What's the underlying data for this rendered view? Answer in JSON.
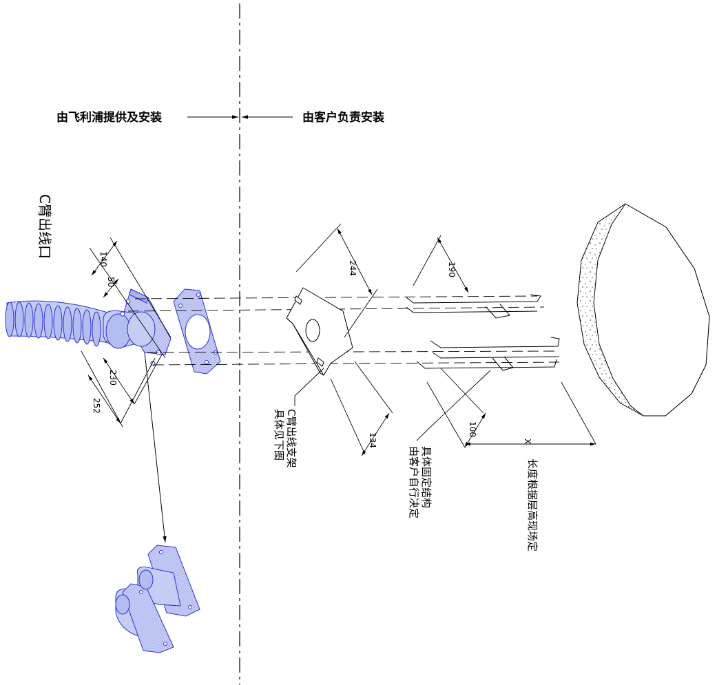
{
  "header": {
    "left_label": "由飞利浦提供及安装",
    "right_label": "由客户负责安装"
  },
  "labels": {
    "carm_outlet": "C臂出线口",
    "bracket_line1": "C臂出线支架",
    "bracket_line2": "具体见下图",
    "fixing_line1": "具体固定结构",
    "fixing_line2": "由客户自行决定",
    "length_note": "长度根据层高现场定"
  },
  "dimensions": {
    "d140": "140",
    "d50": "50",
    "d230": "230",
    "d252": "252",
    "d244": "244",
    "d190": "190",
    "d134": "134",
    "d100": "100",
    "dx": "X"
  },
  "colors": {
    "part_fill": "#c6cdf5",
    "part_stroke": "#2a2fd0",
    "line": "#000000"
  }
}
